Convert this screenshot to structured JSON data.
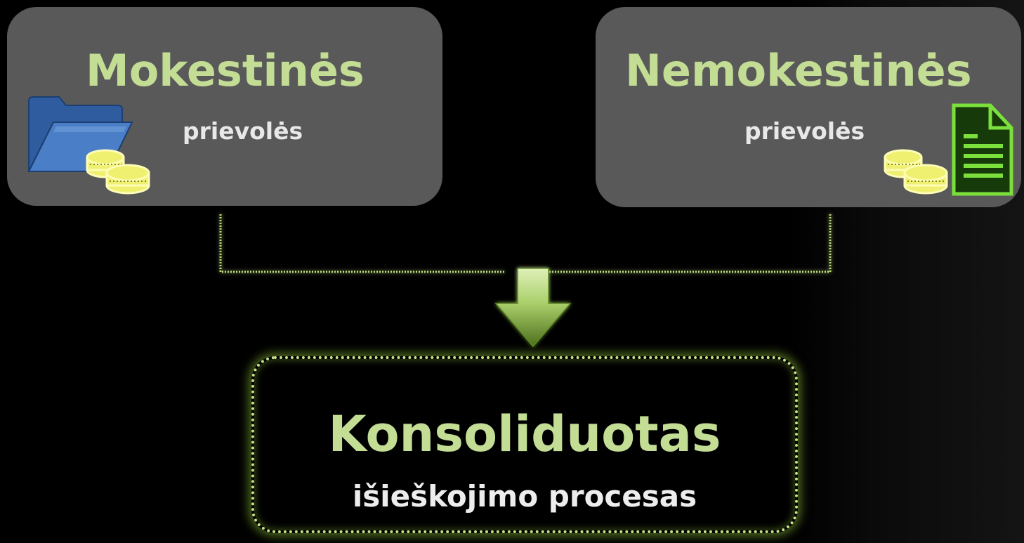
{
  "left_box": {
    "title": "Mokestinės",
    "subtitle": "prievolės",
    "icons": [
      "folder-icon",
      "coins-icon"
    ]
  },
  "right_box": {
    "title": "Nemokestinės",
    "subtitle": "prievolės",
    "icons": [
      "coins-icon",
      "document-icon"
    ]
  },
  "result_box": {
    "title": "Konsoliduotas",
    "subtitle": "išieškojimo procesas"
  },
  "colors": {
    "background": "#000000",
    "card": "#595959",
    "title_green": "#c3dd95",
    "subtitle": "#e8e8e8",
    "glow_green": "#c8e28a",
    "folder_blue": "#3a6fb5",
    "coin_yellow": "#f2f27a",
    "document_green": "#6fcf3b",
    "arrow_green": "#7da83a"
  }
}
